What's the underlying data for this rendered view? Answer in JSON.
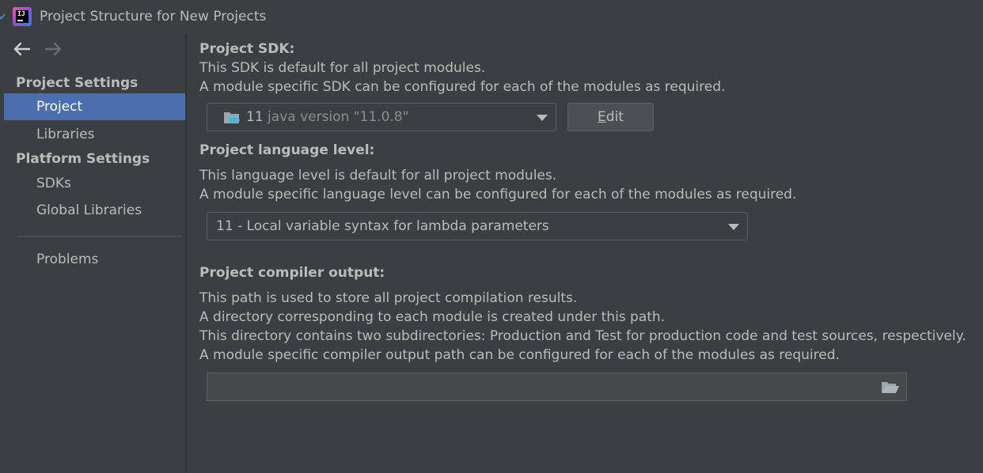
{
  "window": {
    "title": "Project Structure for New Projects",
    "app_icon": "intellij-idea-icon",
    "app_icon_text": "IJ"
  },
  "nav": {
    "back_icon": "arrow-left-icon",
    "forward_icon": "arrow-right-icon"
  },
  "sidebar": {
    "groups": [
      {
        "header": "Project Settings",
        "items": [
          {
            "label": "Project",
            "selected": true
          },
          {
            "label": "Libraries"
          }
        ]
      },
      {
        "header": "Platform Settings",
        "items": [
          {
            "label": "SDKs"
          },
          {
            "label": "Global Libraries"
          }
        ]
      }
    ],
    "extra_items": [
      {
        "label": "Problems"
      }
    ]
  },
  "main": {
    "sdk": {
      "title": "Project SDK:",
      "desc1": "This SDK is default for all project modules.",
      "desc2": "A module specific SDK can be configured for each of the modules as required.",
      "selected_sdk_name": "11",
      "selected_sdk_version": "java version \"11.0.8\"",
      "sdk_icon": "jdk-folder-icon",
      "edit_button_mnemonic": "E",
      "edit_button_rest": "dit"
    },
    "language_level": {
      "title": "Project language level:",
      "desc1": "This language level is default for all project modules.",
      "desc2": "A module specific language level can be configured for each of the modules as required.",
      "selected": "11 - Local variable syntax for lambda parameters"
    },
    "compiler_output": {
      "title": "Project compiler output:",
      "desc1": "This path is used to store all project compilation results.",
      "desc2": "A directory corresponding to each module is created under this path.",
      "desc3": "This directory contains two subdirectories: Production and Test for production code and test sources, respectively.",
      "desc4": "A module specific compiler output path can be configured for each of the modules as required.",
      "path_value": "",
      "browse_icon": "folder-open-icon"
    }
  },
  "colors": {
    "background": "#3c3f41",
    "selection": "#4b6eaf",
    "text": "#bbbbbb",
    "border": "#5e6060"
  }
}
